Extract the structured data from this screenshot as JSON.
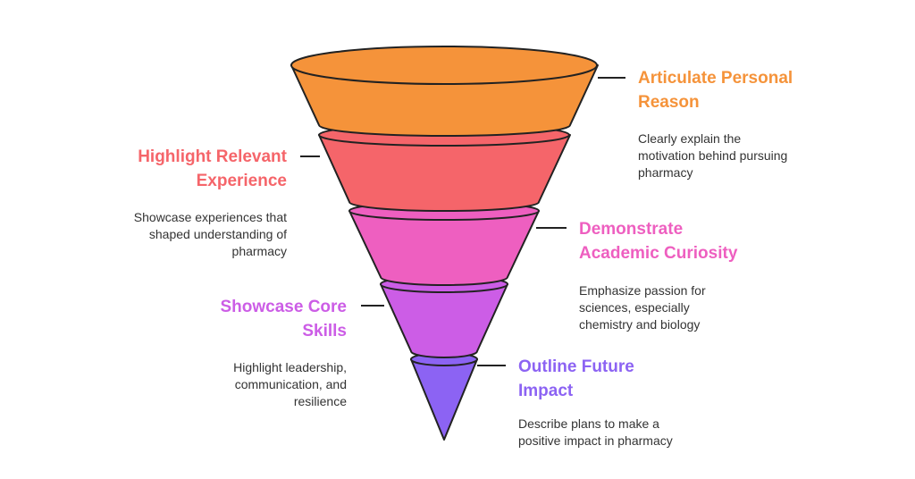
{
  "colors": {
    "stage1": "#f5933a",
    "stage2": "#f5656a",
    "stage3": "#ee5fc0",
    "stage4": "#cc5de6",
    "stage5": "#8c63f3",
    "outline": "#222222"
  },
  "stages": [
    {
      "title_line1": "Articulate Personal",
      "title_line2": "Reason",
      "description": [
        "Clearly explain the",
        "motivation behind pursuing",
        "pharmacy"
      ]
    },
    {
      "title_line1": "Highlight Relevant",
      "title_line2": "Experience",
      "description": [
        "Showcase experiences that",
        "shaped understanding of",
        "pharmacy"
      ]
    },
    {
      "title_line1": "Demonstrate",
      "title_line2": "Academic Curiosity",
      "description": [
        "Emphasize passion for",
        "sciences, especially",
        "chemistry and biology"
      ]
    },
    {
      "title_line1": "Showcase Core",
      "title_line2": "Skills",
      "description": [
        "Highlight leadership,",
        "communication, and",
        "resilience"
      ]
    },
    {
      "title_line1": "Outline Future",
      "title_line2": "Impact",
      "description": [
        "Describe plans to make a",
        "positive impact in pharmacy"
      ]
    }
  ]
}
